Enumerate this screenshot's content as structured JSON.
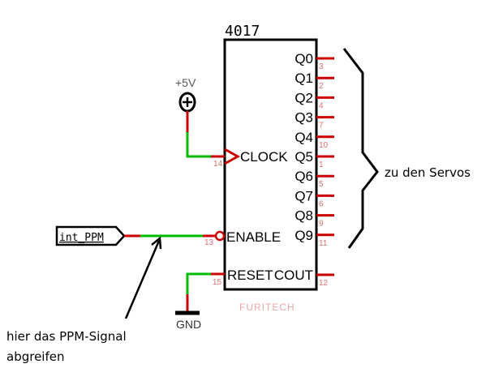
{
  "chip": {
    "name": "4017",
    "watermark": "FURITECH",
    "left_pins": [
      {
        "name": "CLOCK",
        "number": "14",
        "symbol": "clock-triangle"
      },
      {
        "name": "ENABLE",
        "number": "13",
        "symbol": "inversion-bubble"
      },
      {
        "name": "RESET",
        "number": "15",
        "symbol": "none"
      }
    ],
    "right_pins": [
      {
        "name": "Q0",
        "number": "3"
      },
      {
        "name": "Q1",
        "number": "2"
      },
      {
        "name": "Q2",
        "number": "4"
      },
      {
        "name": "Q3",
        "number": "7"
      },
      {
        "name": "Q4",
        "number": "10"
      },
      {
        "name": "Q5",
        "number": "1"
      },
      {
        "name": "Q6",
        "number": "5"
      },
      {
        "name": "Q7",
        "number": "6"
      },
      {
        "name": "Q8",
        "number": "9"
      },
      {
        "name": "Q9",
        "number": "11"
      }
    ],
    "cout": {
      "name": "COUT",
      "number": "12"
    }
  },
  "power": {
    "supply_label": "+5V",
    "ground_label": "GND"
  },
  "net_label": "int_PPM",
  "annotations": {
    "servos": "zu den Servos",
    "ppm_line1": "hier das PPM-Signal",
    "ppm_line2": "abgreifen"
  },
  "colors": {
    "wire": "#00bb00",
    "pin": "#cc0000",
    "pin_number": "#d97070",
    "outline": "#000000"
  }
}
